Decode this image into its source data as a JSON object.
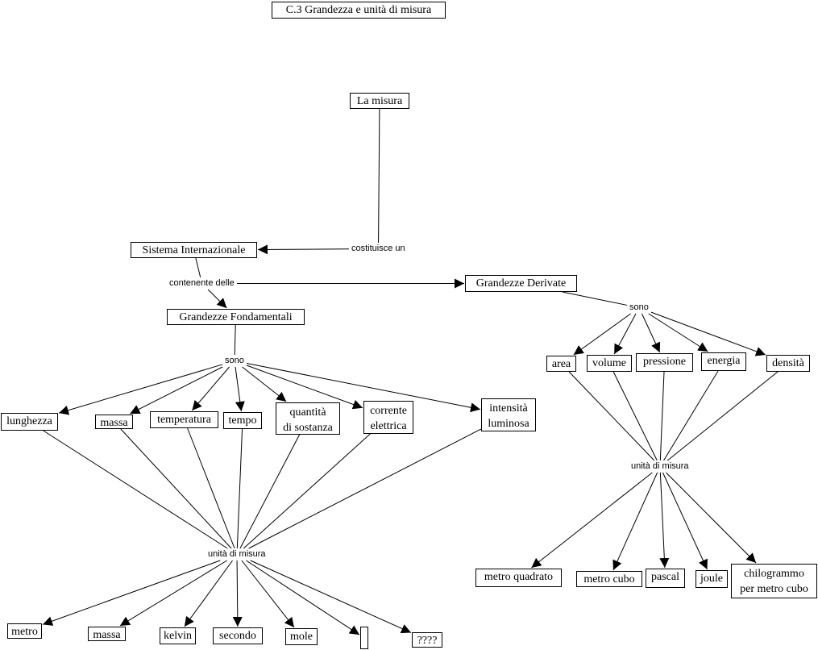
{
  "title": "C.3 Grandezza e unità di misura",
  "nodes": {
    "la_misura": "La misura",
    "sistema_internazionale": "Sistema Internazionale",
    "grandezze_fondamentali": "Grandezze Fondamentali",
    "grandezze_derivate": "Grandezze Derivate",
    "lunghezza": "lunghezza",
    "massa": "massa",
    "temperatura": "temperatura",
    "tempo": "tempo",
    "quantita_sostanza": "quantità\ndi sostanza",
    "corrente_elettrica": "corrente\nelettrica",
    "intensita_luminosa": "intensità\nluminosa",
    "area": "area",
    "volume": "volume",
    "pressione": "pressione",
    "energia": "energia",
    "densita": "densità",
    "metro": "metro",
    "massa_unit": "massa",
    "kelvin": "kelvin",
    "secondo": "secondo",
    "mole": "mole",
    "empty_unit": "",
    "unknown_unit": "????",
    "metro_quadrato": "metro quadrato",
    "metro_cubo": "metro cubo",
    "pascal": "pascal",
    "joule": "joule",
    "chilogrammo_metro_cubo": "chilogrammo\nper metro cubo"
  },
  "links": {
    "costituisce_un": "costituisce un",
    "contenente_delle": "contenente delle",
    "sono_fond": "sono",
    "sono_der": "sono",
    "unita_fond": "unità di misura",
    "unita_der": "unità di misura"
  },
  "propositions": [
    {
      "from": [
        "la_misura"
      ],
      "link": "costituisce_un",
      "to": [
        "sistema_internazionale"
      ]
    },
    {
      "from": [
        "sistema_internazionale"
      ],
      "link": "contenente_delle",
      "to": [
        "grandezze_fondamentali",
        "grandezze_derivate"
      ]
    },
    {
      "from": [
        "grandezze_fondamentali"
      ],
      "link": "sono_fond",
      "to": [
        "lunghezza",
        "massa",
        "temperatura",
        "tempo",
        "quantita_sostanza",
        "corrente_elettrica",
        "intensita_luminosa"
      ]
    },
    {
      "from": [
        "grandezze_derivate"
      ],
      "link": "sono_der",
      "to": [
        "area",
        "volume",
        "pressione",
        "energia",
        "densita"
      ]
    },
    {
      "from": [
        "lunghezza",
        "massa",
        "temperatura",
        "tempo",
        "quantita_sostanza",
        "corrente_elettrica",
        "intensita_luminosa"
      ],
      "link": "unita_fond",
      "to": [
        "metro",
        "massa_unit",
        "kelvin",
        "secondo",
        "mole",
        "empty_unit",
        "unknown_unit"
      ]
    },
    {
      "from": [
        "area",
        "volume",
        "pressione",
        "energia",
        "densita"
      ],
      "link": "unita_der",
      "to": [
        "metro_quadrato",
        "metro_cubo",
        "pascal",
        "joule",
        "chilogrammo_metro_cubo"
      ]
    }
  ],
  "colors": {
    "line": "#000000",
    "background": "#ffffff"
  }
}
